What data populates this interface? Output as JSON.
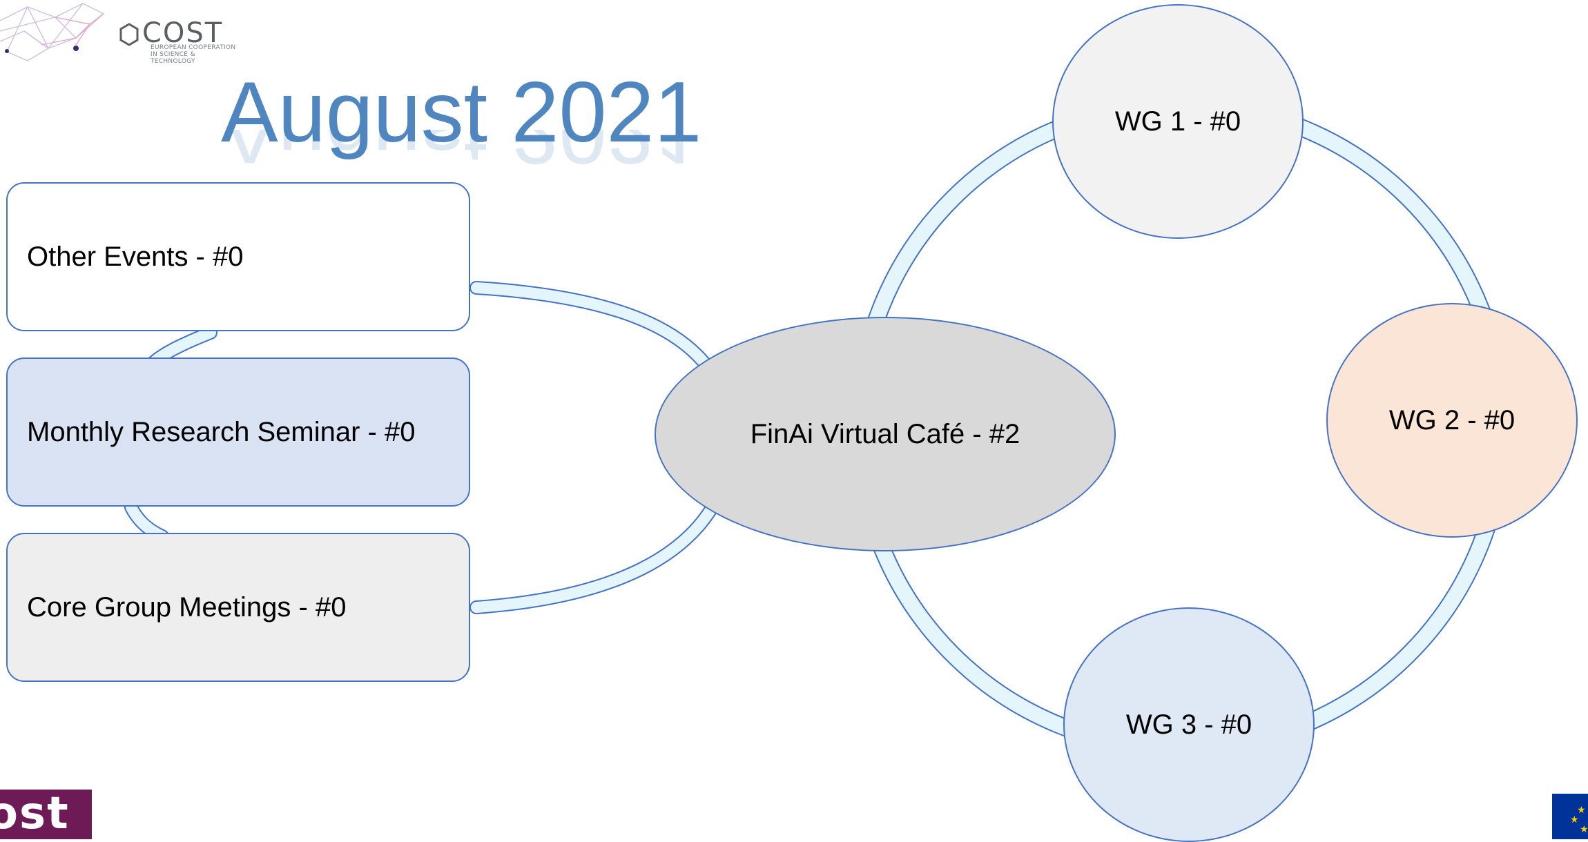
{
  "title": "August 2021",
  "logo": {
    "word": "COST",
    "subtitle_line1": "EUROPEAN COOPERATION",
    "subtitle_line2": "IN SCIENCE & TECHNOLOGY",
    "bottom_word": "ost"
  },
  "boxes": {
    "other_events": "Other Events  - #0",
    "monthly_seminar": "Monthly Research Seminar - #0",
    "core_group": "Core Group Meetings - #0"
  },
  "nodes": {
    "cafe": "FinAi Virtual Café - #2",
    "wg1": "WG 1 - #0",
    "wg2": "WG 2 - #0",
    "wg3": "WG 3 - #0"
  },
  "colors": {
    "title": "#4f86c0",
    "outline": "#4472c4",
    "connector_fill": "#e4f6fb",
    "cafe_fill": "#d9d9d9",
    "wg1_fill": "#f2f2f2",
    "wg2_fill": "#fbe5d6",
    "wg3_fill": "#dfe8f5",
    "seminar_fill": "#dae3f3",
    "core_fill": "#eeeeee",
    "cost_purple": "#6d1a56",
    "eu_blue": "#003399"
  }
}
